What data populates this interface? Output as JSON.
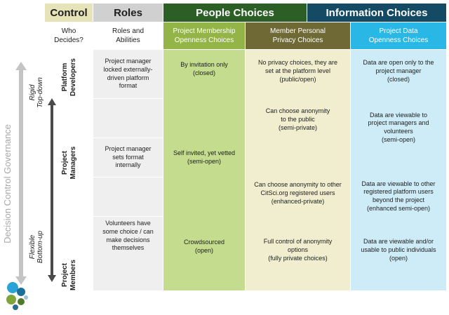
{
  "header": {
    "control": "Control",
    "roles": "Roles",
    "people": "People Choices",
    "information": "Information Choices"
  },
  "subheader": {
    "who_decides": "Who\nDecides?",
    "roles_abilities": "Roles and\nAbilities",
    "membership": "Project Membership\nOpenness Choices",
    "privacy": "Member Personal\nPrivacy Choices",
    "data": "Project Data\nOpenness Choices"
  },
  "side": {
    "governance": "Decision Control Governance",
    "rigid": "Rigid",
    "top_down": "Top-down",
    "flexible": "Flexible",
    "bottom_up": "Bottom-up"
  },
  "deciders": {
    "platform": "Platform\nDevelopers",
    "managers": "Project\nManagers",
    "members": "Project\nMembers"
  },
  "roles": {
    "r1": "Project manager\nlocked externally-\ndriven platform\nformat",
    "r3": "Project manager\nsets format\ninternally",
    "r5": "Volunteers have\nsome choice / can\nmake decisions\nthemselves"
  },
  "membership": {
    "m1": "By invitation only\n(closed)",
    "m3": "Self invited, yet vetted\n(semi-open)",
    "m5": "Crowdsourced\n(open)"
  },
  "privacy": {
    "p1": "No privacy choices, they are\nset at the platform level\n(public/open)",
    "p2": "Can choose anonymity\nto the public\n(semi-private)",
    "p4": "Can choose anonymity to other\nCitSci.org registered users\n(enhanced-private)",
    "p5": "Full control of anonymity\noptions\n(fully private choices)"
  },
  "data_openness": {
    "d1": "Data are open only to the\nproject manager\n(closed)",
    "d2": "Data are viewable to\nproject managers and\nvolunteers\n(semi-open)",
    "d4": "Data are viewable to other\nregistered platform users\nbeyond the project\n(enhanced semi-open)",
    "d5": "Data are viewable and/or\nusable to public individuals\n(open)"
  },
  "colors": {
    "control_header": "#e6e3b8",
    "roles_header": "#d0d0d0",
    "people_header": "#2b5f25",
    "information_header": "#144a63",
    "membership_sub": "#93b447",
    "membership_col": "#c4dc8e",
    "privacy_sub": "#6f6936",
    "privacy_col": "#f1eed0",
    "data_sub": "#29b8e6",
    "data_col": "#cdecf8",
    "roles_col": "#efefef",
    "arrow_grey": "#bdbdbd",
    "arrow_dark": "#4a4a4a"
  }
}
